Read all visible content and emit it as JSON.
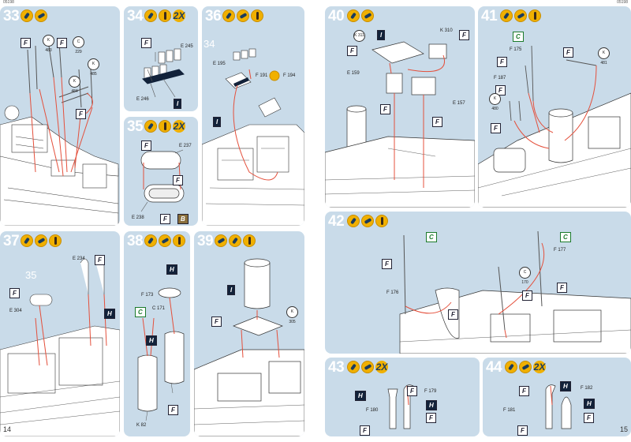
{
  "header": {
    "left_code": "05198",
    "right_code": "05198"
  },
  "pages": {
    "left_number": "14",
    "right_number": "15"
  },
  "steps": {
    "s33": {
      "num": "33",
      "parts": [
        "K 483",
        "C 229",
        "K 485",
        "K 484"
      ],
      "flags": [
        "F",
        "F",
        "F"
      ]
    },
    "s34": {
      "num": "34",
      "mult": "2X",
      "parts": [
        "E 245",
        "E 246"
      ],
      "flags": [
        "F",
        "I"
      ]
    },
    "s35": {
      "num": "35",
      "mult": "2X",
      "parts": [
        "E 237",
        "E 238"
      ],
      "flags": [
        "F",
        "F",
        "B"
      ]
    },
    "s36": {
      "num": "36",
      "ref": "34",
      "parts": [
        "E 195",
        "F 191",
        "F 194"
      ],
      "flags": [
        "I"
      ]
    },
    "s37": {
      "num": "37",
      "ref": "35",
      "parts": [
        "E 304",
        "E 234"
      ],
      "flags": [
        "F",
        "F",
        "H"
      ]
    },
    "s38": {
      "num": "38",
      "parts": [
        "F 173",
        "C 171",
        "K 82"
      ],
      "flags": [
        "H",
        "C",
        "H",
        "F"
      ]
    },
    "s39": {
      "num": "39",
      "parts": [
        "K 305"
      ],
      "flags": [
        "I",
        "F"
      ]
    },
    "s40": {
      "num": "40",
      "parts": [
        "K 311",
        "K 310",
        "E 159",
        "E 157"
      ],
      "flags": [
        "I",
        "F",
        "F",
        "F"
      ]
    },
    "s41": {
      "num": "41",
      "parts": [
        "F 175",
        "K 481",
        "F 187",
        "K 480"
      ],
      "flags": [
        "C",
        "F",
        "F",
        "F",
        "F"
      ]
    },
    "s42": {
      "num": "42",
      "parts": [
        "C 170",
        "F 176",
        "F 177"
      ],
      "flags": [
        "C",
        "C",
        "F",
        "F",
        "F",
        "F"
      ]
    },
    "s43": {
      "num": "43",
      "mult": "2X",
      "parts": [
        "F 179",
        "F 180"
      ],
      "flags": [
        "H",
        "F",
        "H",
        "F",
        "F"
      ]
    },
    "s44": {
      "num": "44",
      "mult": "2X",
      "parts": [
        "F 182",
        "F 181"
      ],
      "flags": [
        "F",
        "H",
        "H",
        "F",
        "F"
      ]
    }
  }
}
